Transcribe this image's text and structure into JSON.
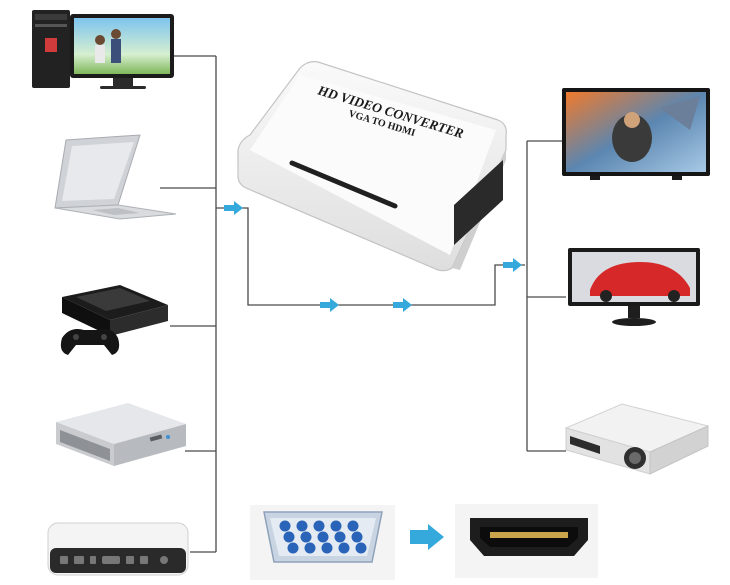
{
  "converter": {
    "line1": "HD VIDEO CONVERTER",
    "line2": "VGA TO HDMI"
  },
  "sources": [
    {
      "name": "desktop-computer"
    },
    {
      "name": "laptop"
    },
    {
      "name": "game-console"
    },
    {
      "name": "dvd-player"
    },
    {
      "name": "media-box"
    }
  ],
  "outputs": [
    {
      "name": "hdtv"
    },
    {
      "name": "monitor"
    },
    {
      "name": "projector"
    }
  ],
  "ports": {
    "input": "vga-port",
    "output": "hdmi-port"
  },
  "colors": {
    "line": "#4a4a4a",
    "arrow": "#35a8dc",
    "device_shell": "#f1f1f1",
    "vga_blue": "#2a64b8"
  }
}
